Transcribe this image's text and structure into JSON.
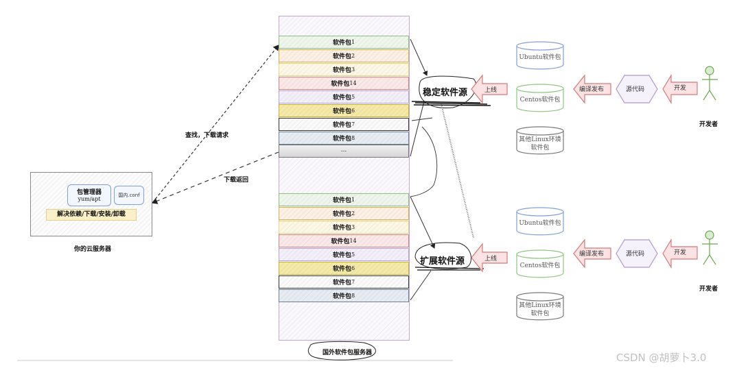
{
  "client": {
    "title": "你的云服务器",
    "pkg_manager": "包管理器",
    "pkg_manager_cmd": "yum/apt",
    "conf": "国内.conf",
    "functions": "解决依赖/下载/安装/卸载"
  },
  "links": {
    "request": "查找，下载请求",
    "response": "下载返回"
  },
  "server": {
    "title": "国外软件包服务器",
    "ellipsis": "...",
    "stable_packages": [
      {
        "name": "软件包",
        "num": "1",
        "color": "#8fbf7f",
        "fill": "#eef5ea"
      },
      {
        "name": "软件包",
        "num": "2",
        "color": "#e0b040",
        "fill": "#fcefe4"
      },
      {
        "name": "软件包",
        "num": "3",
        "color": "#ead27a",
        "fill": "#fdf7e6"
      },
      {
        "name": "软件包",
        "num": "14",
        "color": "#d98080",
        "fill": "#fbe8e8"
      },
      {
        "name": "软件包",
        "num": "5",
        "color": "#b9a5d4",
        "fill": "#f3eff9"
      },
      {
        "name": "软件包",
        "num": "6",
        "color": "#c8b030",
        "fill": "#f5e9a8"
      },
      {
        "name": "软件包",
        "num": "7",
        "color": "#333333",
        "fill": "#fafafa"
      },
      {
        "name": "软件包",
        "num": "8",
        "color": "#6a7f98",
        "fill": "#e7ecf2"
      }
    ],
    "ext_packages": [
      {
        "name": "软件包",
        "num": "1",
        "color": "#8fbf7f",
        "fill": "#eef5ea"
      },
      {
        "name": "软件包",
        "num": "2",
        "color": "#e0b040",
        "fill": "#fcefe4"
      },
      {
        "name": "软件包",
        "num": "3",
        "color": "#ead27a",
        "fill": "#fdf7e6"
      },
      {
        "name": "软件包",
        "num": "14",
        "color": "#d98080",
        "fill": "#fbe8e8"
      },
      {
        "name": "软件包",
        "num": "5",
        "color": "#b9a5d4",
        "fill": "#f3eff9"
      },
      {
        "name": "软件包",
        "num": "6",
        "color": "#c8b030",
        "fill": "#f5e9a8"
      },
      {
        "name": "软件包",
        "num": "7",
        "color": "#333333",
        "fill": "#fafafa"
      },
      {
        "name": "软件包",
        "num": "8",
        "color": "#6a7f98",
        "fill": "#e7ecf2"
      }
    ]
  },
  "sources": {
    "stable": "稳定软件源",
    "extended": "扩展软件源",
    "online": "上线"
  },
  "repos": {
    "ubuntu": "Ubuntu软件包",
    "centos": "Centos软件包",
    "other_line1": "其他Linux环境",
    "other_line2": "软件包"
  },
  "pipeline": {
    "compile": "编译发布",
    "source_code": "源代码",
    "develop": "开发",
    "developer": "开发者"
  },
  "watermark": "CSDN @胡萝卜3.0",
  "colors": {
    "server_border": "#c3a6d8",
    "arrow_red": "#d77878",
    "hex_purple": "#b094d0",
    "cyl_blue": "#7f9fd8",
    "cyl_green": "#8cc77e",
    "cyl_gray": "#777777",
    "stick_green": "#6aa84f"
  }
}
